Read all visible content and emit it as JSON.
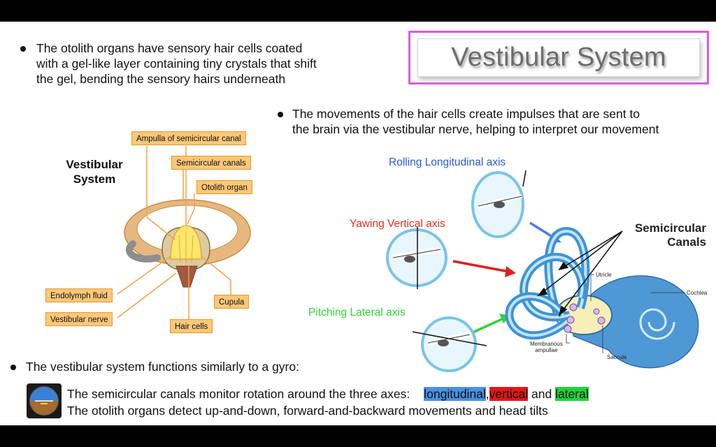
{
  "title": "Vestibular System",
  "bullets": {
    "otolith": [
      "The otolith organs have sensory hair cells coated",
      "with a gel-like layer containing tiny crystals that shift",
      "the gel, bending the sensory hairs underneath"
    ],
    "movements": [
      "The movements of the hair cells create impulses that are sent to",
      "the brain via the vestibular nerve, helping to interpret our movement"
    ],
    "gyro": "The vestibular system functions similarly to a gyro:"
  },
  "left_diagram": {
    "title_line1": "Vestibular",
    "title_line2": "System",
    "labels": {
      "ampulla": "Ampulla of semicircular canal",
      "canals": "Semicircular canals",
      "otolith": "Otolith organ",
      "endolymph": "Endolymph fluid",
      "nerve": "Vestibular nerve",
      "cupula": "Cupula",
      "hair_cells": "Hair cells"
    }
  },
  "right_diagram": {
    "rolling": "Rolling Longitudinal axis",
    "yawing": "Yawing Vertical axis",
    "pitching": "Pitching Lateral axis",
    "canals_line1": "Semicircular",
    "canals_line2": "Canals",
    "utricle": "Utricle",
    "cochlea": "Cochlea",
    "membranous_line1": "Membranous",
    "membranous_line2": "ampullae",
    "saccule": "Saccule"
  },
  "bottom": {
    "canals_text": "The semicircular canals monitor rotation around the three axes:",
    "longitudinal": "longitudinal",
    "comma": ",",
    "vertical": "vertical",
    "and": "and",
    "lateral": "lateral",
    "otolith_text": "The otolith organs detect up-and-down, forward-and-backward movements and head tilts"
  },
  "colors": {
    "rolling": "#2a57e0",
    "yawing": "#e03020",
    "pitching": "#33d13a",
    "title_border": "#e05be0",
    "label_fill": "#fbc77a",
    "canal_blue": "#3f93d6"
  },
  "icons": [
    "gyro-instrument-icon",
    "airplane-icon"
  ]
}
